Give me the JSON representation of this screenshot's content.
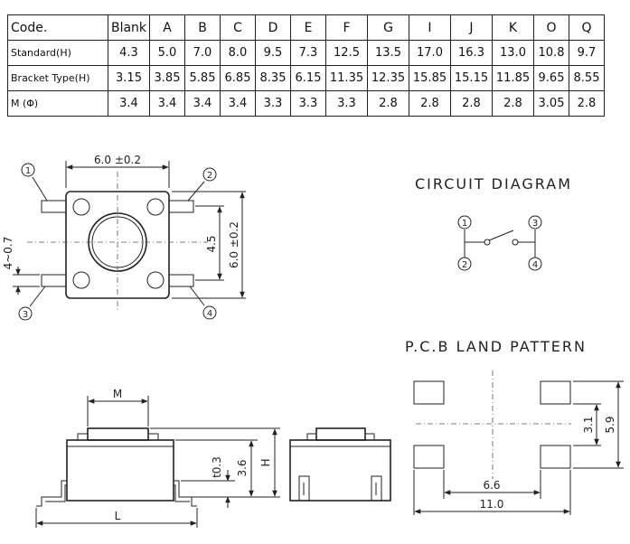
{
  "table": {
    "header": [
      "Code.",
      "Blank",
      "A",
      "B",
      "C",
      "D",
      "E",
      "F",
      "G",
      "I",
      "J",
      "K",
      "O",
      "Q"
    ],
    "rows": [
      {
        "label": "Standard(H)",
        "values": [
          "4.3",
          "5.0",
          "7.0",
          "8.0",
          "9.5",
          "7.3",
          "12.5",
          "13.5",
          "17.0",
          "16.3",
          "13.0",
          "10.8",
          "9.7"
        ]
      },
      {
        "label": "Bracket Type(H)",
        "values": [
          "3.15",
          "3.85",
          "5.85",
          "6.85",
          "8.35",
          "6.15",
          "11.35",
          "12.35",
          "15.85",
          "15.15",
          "11.85",
          "9.65",
          "8.55"
        ]
      },
      {
        "label": "M (Φ)",
        "values": [
          "3.4",
          "3.4",
          "3.4",
          "3.4",
          "3.3",
          "3.3",
          "3.3",
          "2.8",
          "2.8",
          "2.8",
          "2.8",
          "3.05",
          "2.8"
        ]
      }
    ]
  },
  "top_view": {
    "width_dim": "6.0 ±0.2",
    "height_dim": "6.0 ±0.2",
    "pitch_dim": "4.5",
    "lead_dim": "4~0.7",
    "pins": [
      "1",
      "2",
      "3",
      "4"
    ]
  },
  "circuit": {
    "title": "CIRCUIT DIAGRAM",
    "pins": [
      "1",
      "2",
      "3",
      "4"
    ]
  },
  "pcb": {
    "title": "P.C.B LAND PATTERN",
    "dims": {
      "inner_w": "6.6",
      "outer_w": "11.0",
      "inner_h": "3.1",
      "outer_h": "5.9"
    }
  },
  "side_view": {
    "dims": {
      "m": "M",
      "l": "L",
      "h": "H",
      "body_h": "3.6",
      "thickness": "t0.3"
    }
  }
}
